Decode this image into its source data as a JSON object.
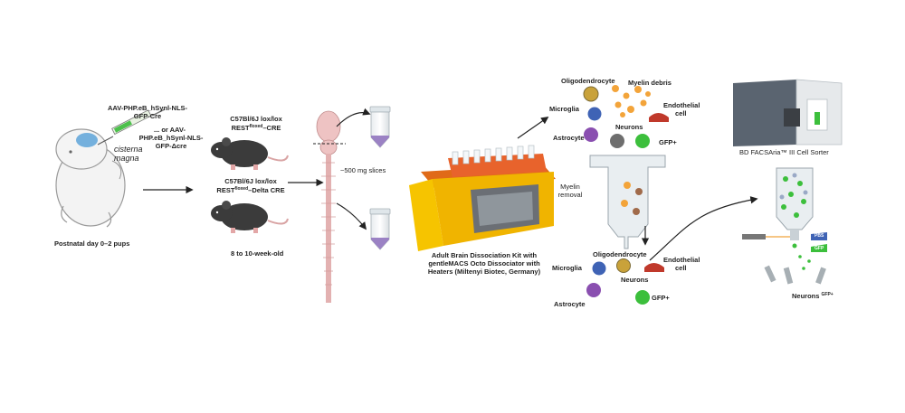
{
  "injection": {
    "vector_1": "AAV-PHP.eB_hSynl-NLS-GFP-Cre",
    "or_text": "... or AAV-",
    "vector_2": "PHP.eB_hSynl-NLS-GFP-Δcre",
    "site": "cisterna magna",
    "pups": "Postnatal day 0–2 pups"
  },
  "mice": {
    "strain_1": "C57Bl/6J lox/lox",
    "genotype_1": "REST",
    "genotype_1_sup": "floxed",
    "genotype_1_suffix": "–CRE",
    "strain_2": "C57Bl/6J lox/lox",
    "genotype_2": "REST",
    "genotype_2_sup": "floxed",
    "genotype_2_suffix": "–Delta CRE",
    "age": "8 to 10-week-old"
  },
  "slices": {
    "label": "~500 mg slices"
  },
  "dissociation": {
    "line1": "Adult Brain Dissociation Kit  with",
    "line2": "gentleMACS Octo Dissociator with",
    "line3": "Heaters (Miltenyi Biotec, Germany)"
  },
  "cells_top": {
    "oligodendrocyte": "Oligodendrocyte",
    "myelin_debris": "Myelin debris",
    "microglia": "Microglia",
    "endothelial": "Endothelial",
    "endothelial2": "cell",
    "neurons": "Neurons",
    "astrocyte": "Astrocyte",
    "gfp": "GFP+"
  },
  "myelin_removal": {
    "line1": "Myelin",
    "line2": "removal"
  },
  "cells_bottom": {
    "oligodendrocyte": "Oligodendrocyte",
    "microglia": "Microglia",
    "endothelial": "Endothelial",
    "endothelial2": "cell",
    "neurons": "Neurons",
    "astrocyte": "Astrocyte",
    "gfp": "GFP+"
  },
  "sorter": {
    "name": "BD FACSAria™ III Cell Sorter",
    "output": "Neurons",
    "output_sup": "GFP+",
    "tag_1": "PBS",
    "tag_2": "GFP"
  },
  "colors": {
    "gfp": "#3cbf3c",
    "astrocyte": "#8a4fb0",
    "microglia": "#3f63b5",
    "oligodendrocyte": "#c9a23a",
    "endothelial": "#c0392b",
    "dissociator": "#f0b400",
    "mouse": "#3b3b3b"
  }
}
